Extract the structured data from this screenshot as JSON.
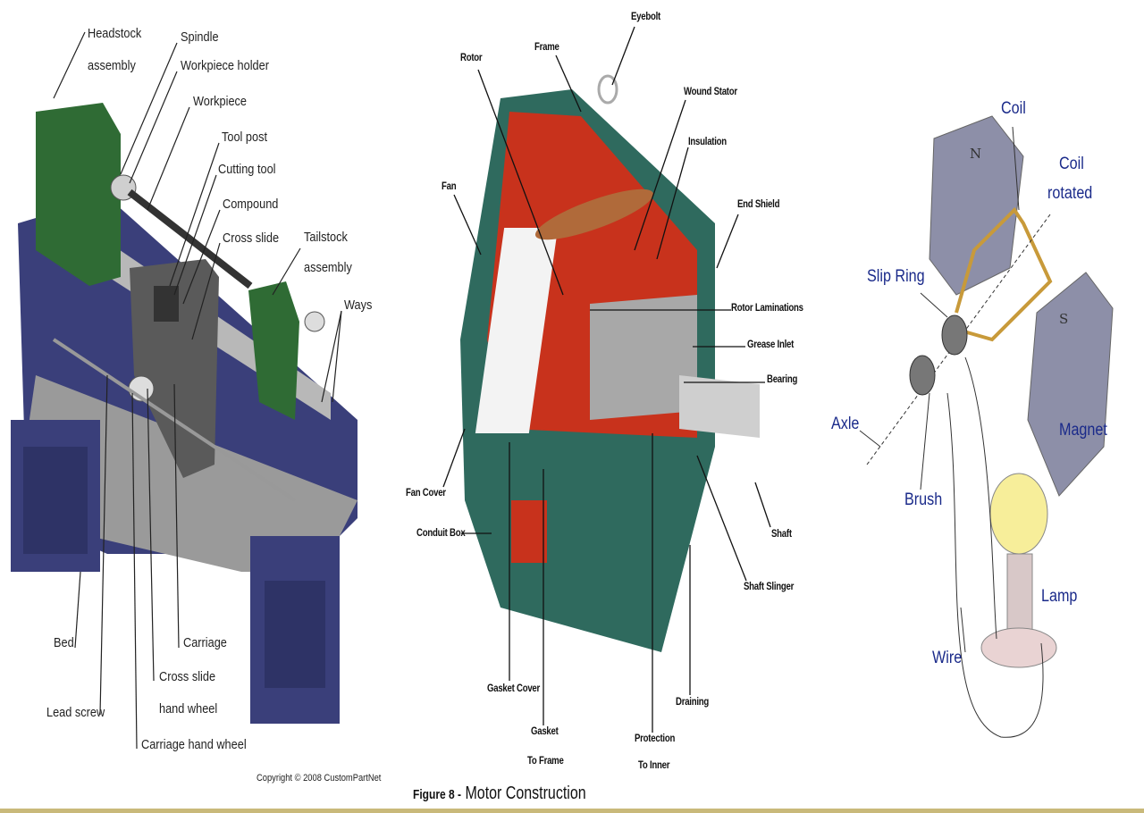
{
  "lathe": {
    "labels": {
      "headstock_1": "Headstock",
      "headstock_2": "assembly",
      "spindle": "Spindle",
      "workpiece_holder": "Workpiece holder",
      "workpiece": "Workpiece",
      "tool_post": "Tool post",
      "cutting_tool": "Cutting tool",
      "compound": "Compound",
      "cross_slide": "Cross slide",
      "tailstock_1": "Tailstock",
      "tailstock_2": "assembly",
      "ways": "Ways",
      "bed": "Bed",
      "lead_screw": "Lead screw",
      "carriage": "Carriage",
      "cross_slide_hw_1": "Cross slide",
      "cross_slide_hw_2": "hand wheel",
      "carriage_hand_wheel": "Carriage hand wheel"
    },
    "copyright": "Copyright © 2008 CustomPartNet"
  },
  "motor": {
    "labels": {
      "eyebolt": "Eyebolt",
      "frame": "Frame",
      "rotor": "Rotor",
      "wound_stator": "Wound Stator",
      "insulation": "Insulation",
      "fan": "Fan",
      "end_shield": "End Shield",
      "rotor_laminations": "Rotor Laminations",
      "grease_inlet": "Grease Inlet",
      "bearing": "Bearing",
      "fan_cover": "Fan Cover",
      "conduit_box": "Conduit Box",
      "shaft": "Shaft",
      "shaft_slinger": "Shaft Slinger",
      "gasket_cover": "Gasket Cover",
      "draining": "Draining",
      "gasket_frame_1": "Gasket",
      "gasket_frame_2": "To Frame",
      "protection_1": "Protection",
      "protection_2": "To Inner"
    },
    "caption_prefix": "Figure 8 -",
    "caption": "Motor Construction"
  },
  "generator": {
    "labels": {
      "coil": "Coil",
      "coil_rotated_1": "Coil",
      "coil_rotated_2": "rotated",
      "slip_ring": "Slip Ring",
      "axle": "Axle",
      "magnet": "Magnet",
      "brush": "Brush",
      "lamp": "Lamp",
      "wire": "Wire",
      "pole_n": "N",
      "pole_s": "S"
    }
  },
  "colors": {
    "lathe_blue": "#3a3f7a",
    "lathe_green": "#2f6b34",
    "lathe_gray": "#8a8a8a",
    "motor_green": "#2f6a5e",
    "motor_red": "#c8321c",
    "gen_label": "#1a2a8a",
    "magnet": "#8d8fa8",
    "coil": "#c89a3a",
    "strip": "#c9b97a"
  }
}
